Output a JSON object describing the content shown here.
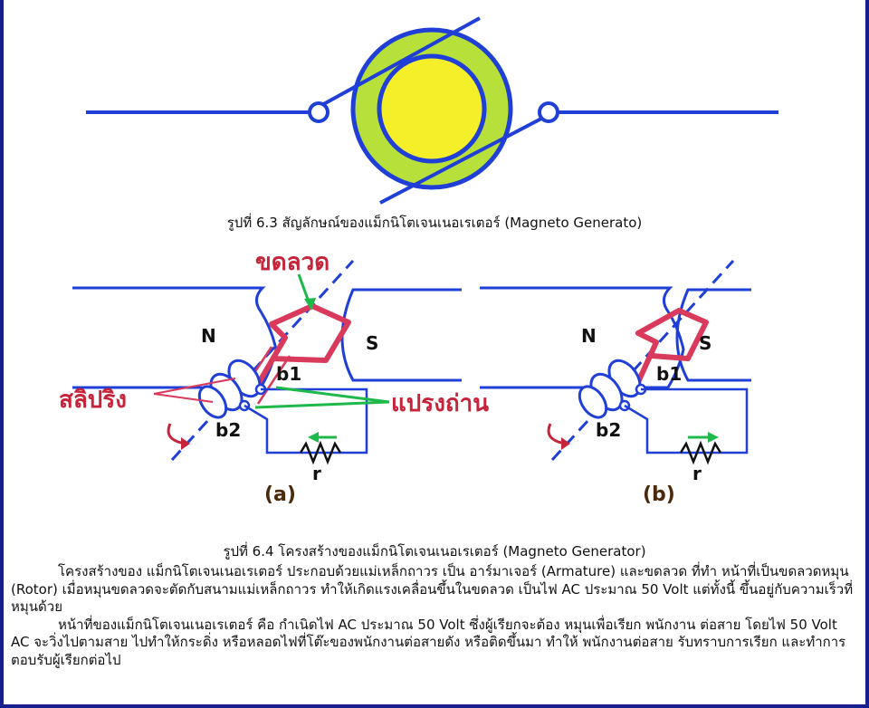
{
  "figure_1": {
    "caption": "รูปที่ 6.3 สัญลักษณ์ของแม็กนิโตเจนเนอเรเตอร์ (Magneto Generato)"
  },
  "figure_2": {
    "caption": "รูปที่ 6.4 โครงสร้างของแม็กนิโตเจนเนอเรเตอร์ (Magneto Generator)",
    "panel_a": {
      "label_coil": "ขดลวด",
      "label_slipring": "สลิปริง",
      "label_brush": "แปรงถ่าน",
      "label_n": "N",
      "label_s": "S",
      "label_b1": "b1",
      "label_b2": "b2",
      "label_r": "r",
      "panel_label": "(a)"
    },
    "panel_b": {
      "label_n": "N",
      "label_s": "S",
      "label_b1": "b1",
      "label_b2": "b2",
      "label_r": "r",
      "panel_label": "(b)"
    },
    "colors": {
      "line_blue": "#1f3fd6",
      "coil_red": "#d93a5c",
      "rotor_yellow": "#f5ef2a",
      "rotor_ring_green": "#b8e03a",
      "arrow_green": "#1fb84a"
    }
  },
  "body": {
    "paragraph_1": "โครงสร้างของ แม็กนิโตเจนเนอเรเตอร์ ประกอบด้วยแม่เหล็กถาวร เป็น อาร์มาเจอร์ (Armature) และขดลวด ที่ทำ หน้าที่เป็นขดลวดหมุน (Rotor) เมื่อหมุนขดลวดจะตัดกับสนามแม่เหล็กถาวร ทำให้เกิดแรงเคลื่อนขึ้นในขดลวด เป็นไฟ AC ประมาณ 50 Volt แต่ทั้งนี้ ขึ้นอยู่กับความเร็วที่หมุนด้วย",
    "paragraph_2": "หน้าที่ของแม็กนิโตเจนเนอเรเตอร์ คือ กำเนิดไฟ AC ประมาณ 50 Volt ซึ่งผู้เรียกจะต้อง หมุนเพื่อเรียก พนักงาน ต่อสาย โดยไฟ 50 Volt AC จะวิ่งไปตามสาย ไปทำให้กระดิ่ง หรือหลอดไฟที่โต๊ะของพนักงานต่อสายดัง หรือติดขึ้นมา ทำให้ พนักงานต่อสาย รับทราบการเรียก และทำการตอบรับผู้เรียกต่อไป"
  }
}
